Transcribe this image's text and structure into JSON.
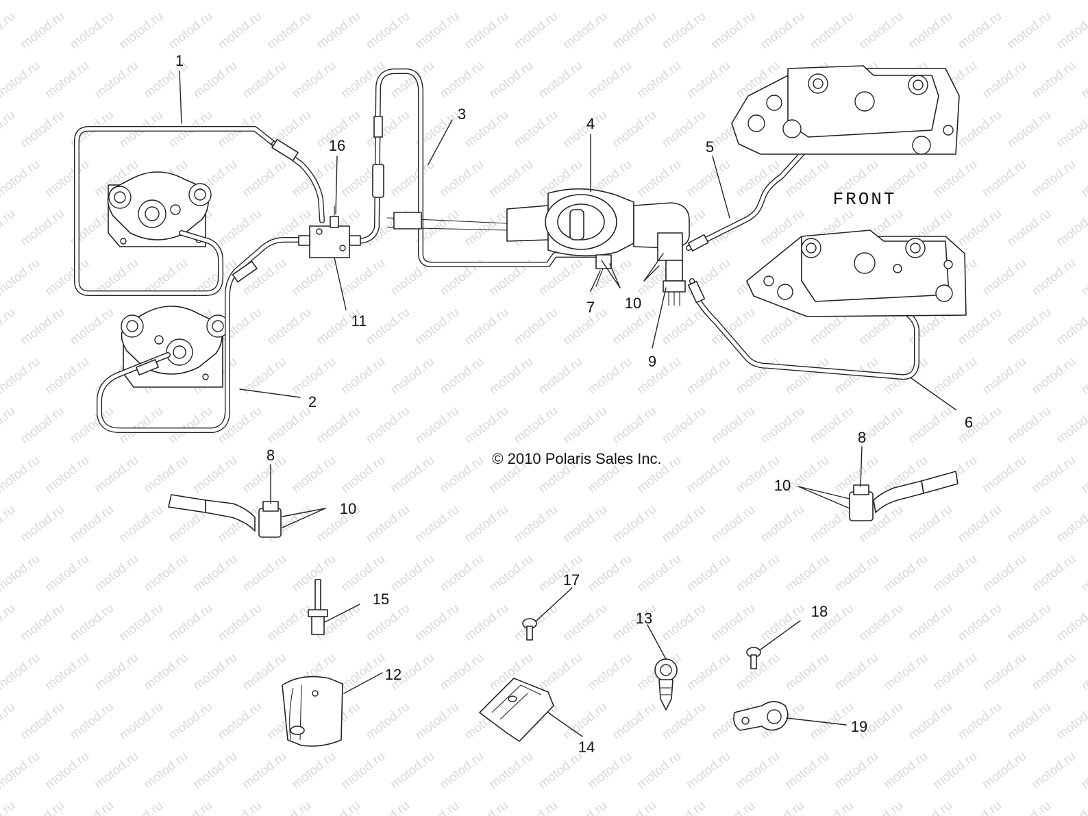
{
  "diagram": {
    "front_label": "FRONT",
    "copyright": "© 2010 Polaris Sales Inc.",
    "watermark_text": "motod.ru",
    "callouts": [
      {
        "id": "c1",
        "label": "1"
      },
      {
        "id": "c2",
        "label": "2"
      },
      {
        "id": "c3",
        "label": "3"
      },
      {
        "id": "c4",
        "label": "4"
      },
      {
        "id": "c5",
        "label": "5"
      },
      {
        "id": "c6",
        "label": "6"
      },
      {
        "id": "c7",
        "label": "7"
      },
      {
        "id": "c8a",
        "label": "8"
      },
      {
        "id": "c8b",
        "label": "8"
      },
      {
        "id": "c9",
        "label": "9"
      },
      {
        "id": "c10a",
        "label": "10"
      },
      {
        "id": "c10b",
        "label": "10"
      },
      {
        "id": "c10c",
        "label": "10"
      },
      {
        "id": "c11",
        "label": "11"
      },
      {
        "id": "c12",
        "label": "12"
      },
      {
        "id": "c13",
        "label": "13"
      },
      {
        "id": "c14",
        "label": "14"
      },
      {
        "id": "c15",
        "label": "15"
      },
      {
        "id": "c16",
        "label": "16"
      },
      {
        "id": "c17",
        "label": "17"
      },
      {
        "id": "c18",
        "label": "18"
      },
      {
        "id": "c19",
        "label": "19"
      }
    ]
  }
}
